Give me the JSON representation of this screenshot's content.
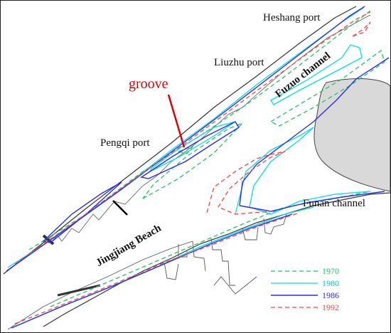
{
  "labels": {
    "heshang_port": "Heshang port",
    "liuzhu_port": "Liuzhu port",
    "fuzuo_channel": "Fuzuo channel",
    "groove": "groove",
    "pengqi_port": "Pengqi port",
    "funan_channel": "Funan channel",
    "jingjiang_beach": "Jingjiang Beach"
  },
  "legend": [
    {
      "year": "1970",
      "color": "#22c55e",
      "style": "dashed"
    },
    {
      "year": "1980",
      "color": "#00e0e0",
      "style": "solid"
    },
    {
      "year": "1986",
      "color": "#2a2aff",
      "style": "solid"
    },
    {
      "year": "1992",
      "color": "#ff4040",
      "style": "dashed"
    }
  ],
  "colors": {
    "groove_text": "#e00000",
    "shoreline": "#333333",
    "island_fill": "#d9d9d9"
  }
}
